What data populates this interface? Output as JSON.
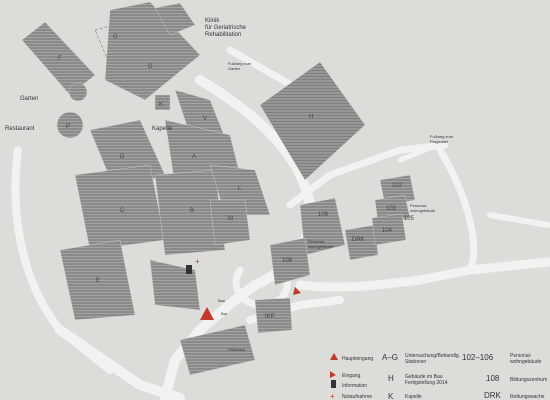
{
  "map": {
    "clinic_name": [
      "Klinik",
      "für Geriatrische",
      "Rehabilitation"
    ],
    "garden": "Garten",
    "restaurant": "Restaurant",
    "chapel": "Kapelle",
    "path_garden": [
      "Fußweg zum",
      "Garten"
    ],
    "path_pragsattel": [
      "Fußweg zum",
      "Pragsattel"
    ],
    "staff_housing": [
      "Personal-",
      "wohngebäude"
    ],
    "parking": "Parkhaus",
    "parking_ikp": "IKP",
    "building_letters": {
      "F": "F",
      "G1": "G",
      "G2": "G",
      "K": "K",
      "P": "P",
      "V": "V",
      "D": "D",
      "A": "A",
      "C": "C",
      "B": "B",
      "L": "L",
      "M": "M",
      "E": "E",
      "H": "H",
      "DRK": "DRK"
    },
    "building_numbers": {
      "n102": "102",
      "n103": "103",
      "n104": "104",
      "n105": "105",
      "n106": "106",
      "n108": "108"
    },
    "entrance_labels": {
      "bau": "Bau",
      "bar": "Bar"
    }
  },
  "legend": {
    "items": [
      {
        "key_text": "",
        "label": "Haupteingang"
      },
      {
        "key_text": "",
        "label": "Eingang"
      },
      {
        "key_text": "",
        "label": "Information"
      },
      {
        "key_text": "",
        "label": "Notaufnahme"
      }
    ],
    "codes": [
      {
        "key": "A–G",
        "label": [
          "Untersuchung/Behandlg.",
          "Stationen"
        ]
      },
      {
        "key": "H",
        "label": [
          "Gebäude im Bau",
          "Fertigstellung 2014"
        ]
      },
      {
        "key": "K",
        "label": [
          "Kapelle"
        ]
      }
    ],
    "codes2": [
      {
        "key": "102–106",
        "label": [
          "Personal-",
          "wohngebäude"
        ]
      },
      {
        "key": "108",
        "label": [
          "Bildungszentrum"
        ]
      },
      {
        "key": "DRK",
        "label": [
          "Rettungswache"
        ]
      }
    ]
  },
  "colors": {
    "background": "#dcdcd9",
    "building": "#8e8e8e",
    "building_dark": "#6f6f6f",
    "road": "#f2f2f0",
    "entrance": "#c0392b"
  }
}
